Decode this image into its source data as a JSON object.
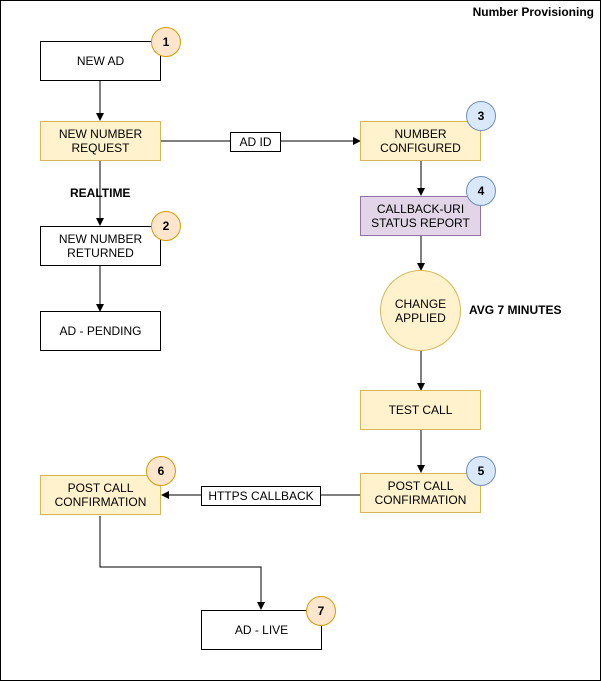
{
  "title": "Number Provisioning",
  "nodes": {
    "new_ad": "NEW AD",
    "new_number_request": "NEW NUMBER\nREQUEST",
    "new_number_returned": "NEW NUMBER\nRETURNED",
    "ad_pending": "AD - PENDING",
    "number_configured": "NUMBER\nCONFIGURED",
    "callback_uri_status_report": "CALLBACK-URI\nSTATUS REPORT",
    "change_applied": "CHANGE\nAPPLIED",
    "test_call": "TEST CALL",
    "post_call_confirmation_right": "POST CALL\nCONFIRMATION",
    "post_call_confirmation_left": "POST CALL\nCONFIRMATION",
    "ad_live": "AD - LIVE"
  },
  "edge_labels": {
    "ad_id": "AD ID",
    "https_callback": "HTTPS CALLBACK"
  },
  "annotations": {
    "realtime": "REALTIME",
    "avg_7_minutes": "AVG 7 MINUTES"
  },
  "badges": {
    "b1": "1",
    "b2": "2",
    "b3": "3",
    "b4": "4",
    "b5": "5",
    "b6": "6",
    "b7": "7"
  },
  "colors": {
    "yellow_fill": "#fff2cc",
    "yellow_stroke": "#d6b656",
    "purple_fill": "#e1d5e7",
    "purple_stroke": "#9673a6",
    "orange_badge": "#ffe6cc",
    "blue_badge": "#dae8fc"
  }
}
